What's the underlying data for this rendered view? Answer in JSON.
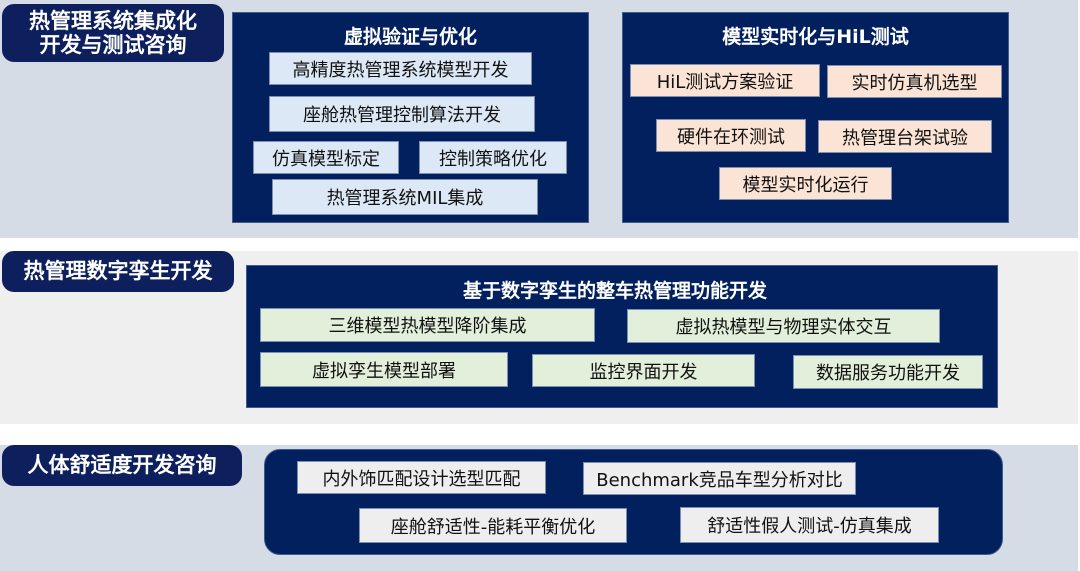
{
  "sections": [
    {
      "tag": "热管理系统集成化\n开发与测试咨询",
      "tag_line1": "热管理系统集成化",
      "tag_line2": "开发与测试咨询",
      "panels": [
        {
          "title": "虚拟验证与优化",
          "items": [
            "高精度热管理系统模型开发",
            "座舱热管理控制算法开发",
            "仿真模型标定",
            "控制策略优化",
            "热管理系统MIL集成"
          ]
        },
        {
          "title": "模型实时化与HiL测试",
          "items": [
            "HiL测试方案验证",
            "实时仿真机选型",
            "硬件在环测试",
            "热管理台架试验",
            "模型实时化运行"
          ]
        }
      ]
    },
    {
      "tag": "热管理数字孪生开发",
      "panels": [
        {
          "title": "基于数字孪生的整车热管理功能开发",
          "items": [
            "三维模型热模型降阶集成",
            "虚拟热模型与物理实体交互",
            "虚拟孪生模型部署",
            "监控界面开发",
            "数据服务功能开发"
          ]
        }
      ]
    },
    {
      "tag": "人体舒适度开发咨询",
      "panels": [
        {
          "title": "",
          "items": [
            "内外饰匹配设计选型匹配",
            "Benchmark竞品车型分析对比",
            "座舱舒适性-能耗平衡优化",
            "舒适性假人测试-仿真集成"
          ]
        }
      ]
    }
  ],
  "colors": {
    "panel_navy": "#03205e",
    "tag_navy": "#0d1f5c",
    "section_bg_blue": "#d6dce6",
    "section_bg_gray": "#efefef",
    "box_blue": "#dde8f6",
    "box_peach": "#fbe3d6",
    "box_green": "#e2efda",
    "box_gray": "#eeeeee"
  }
}
